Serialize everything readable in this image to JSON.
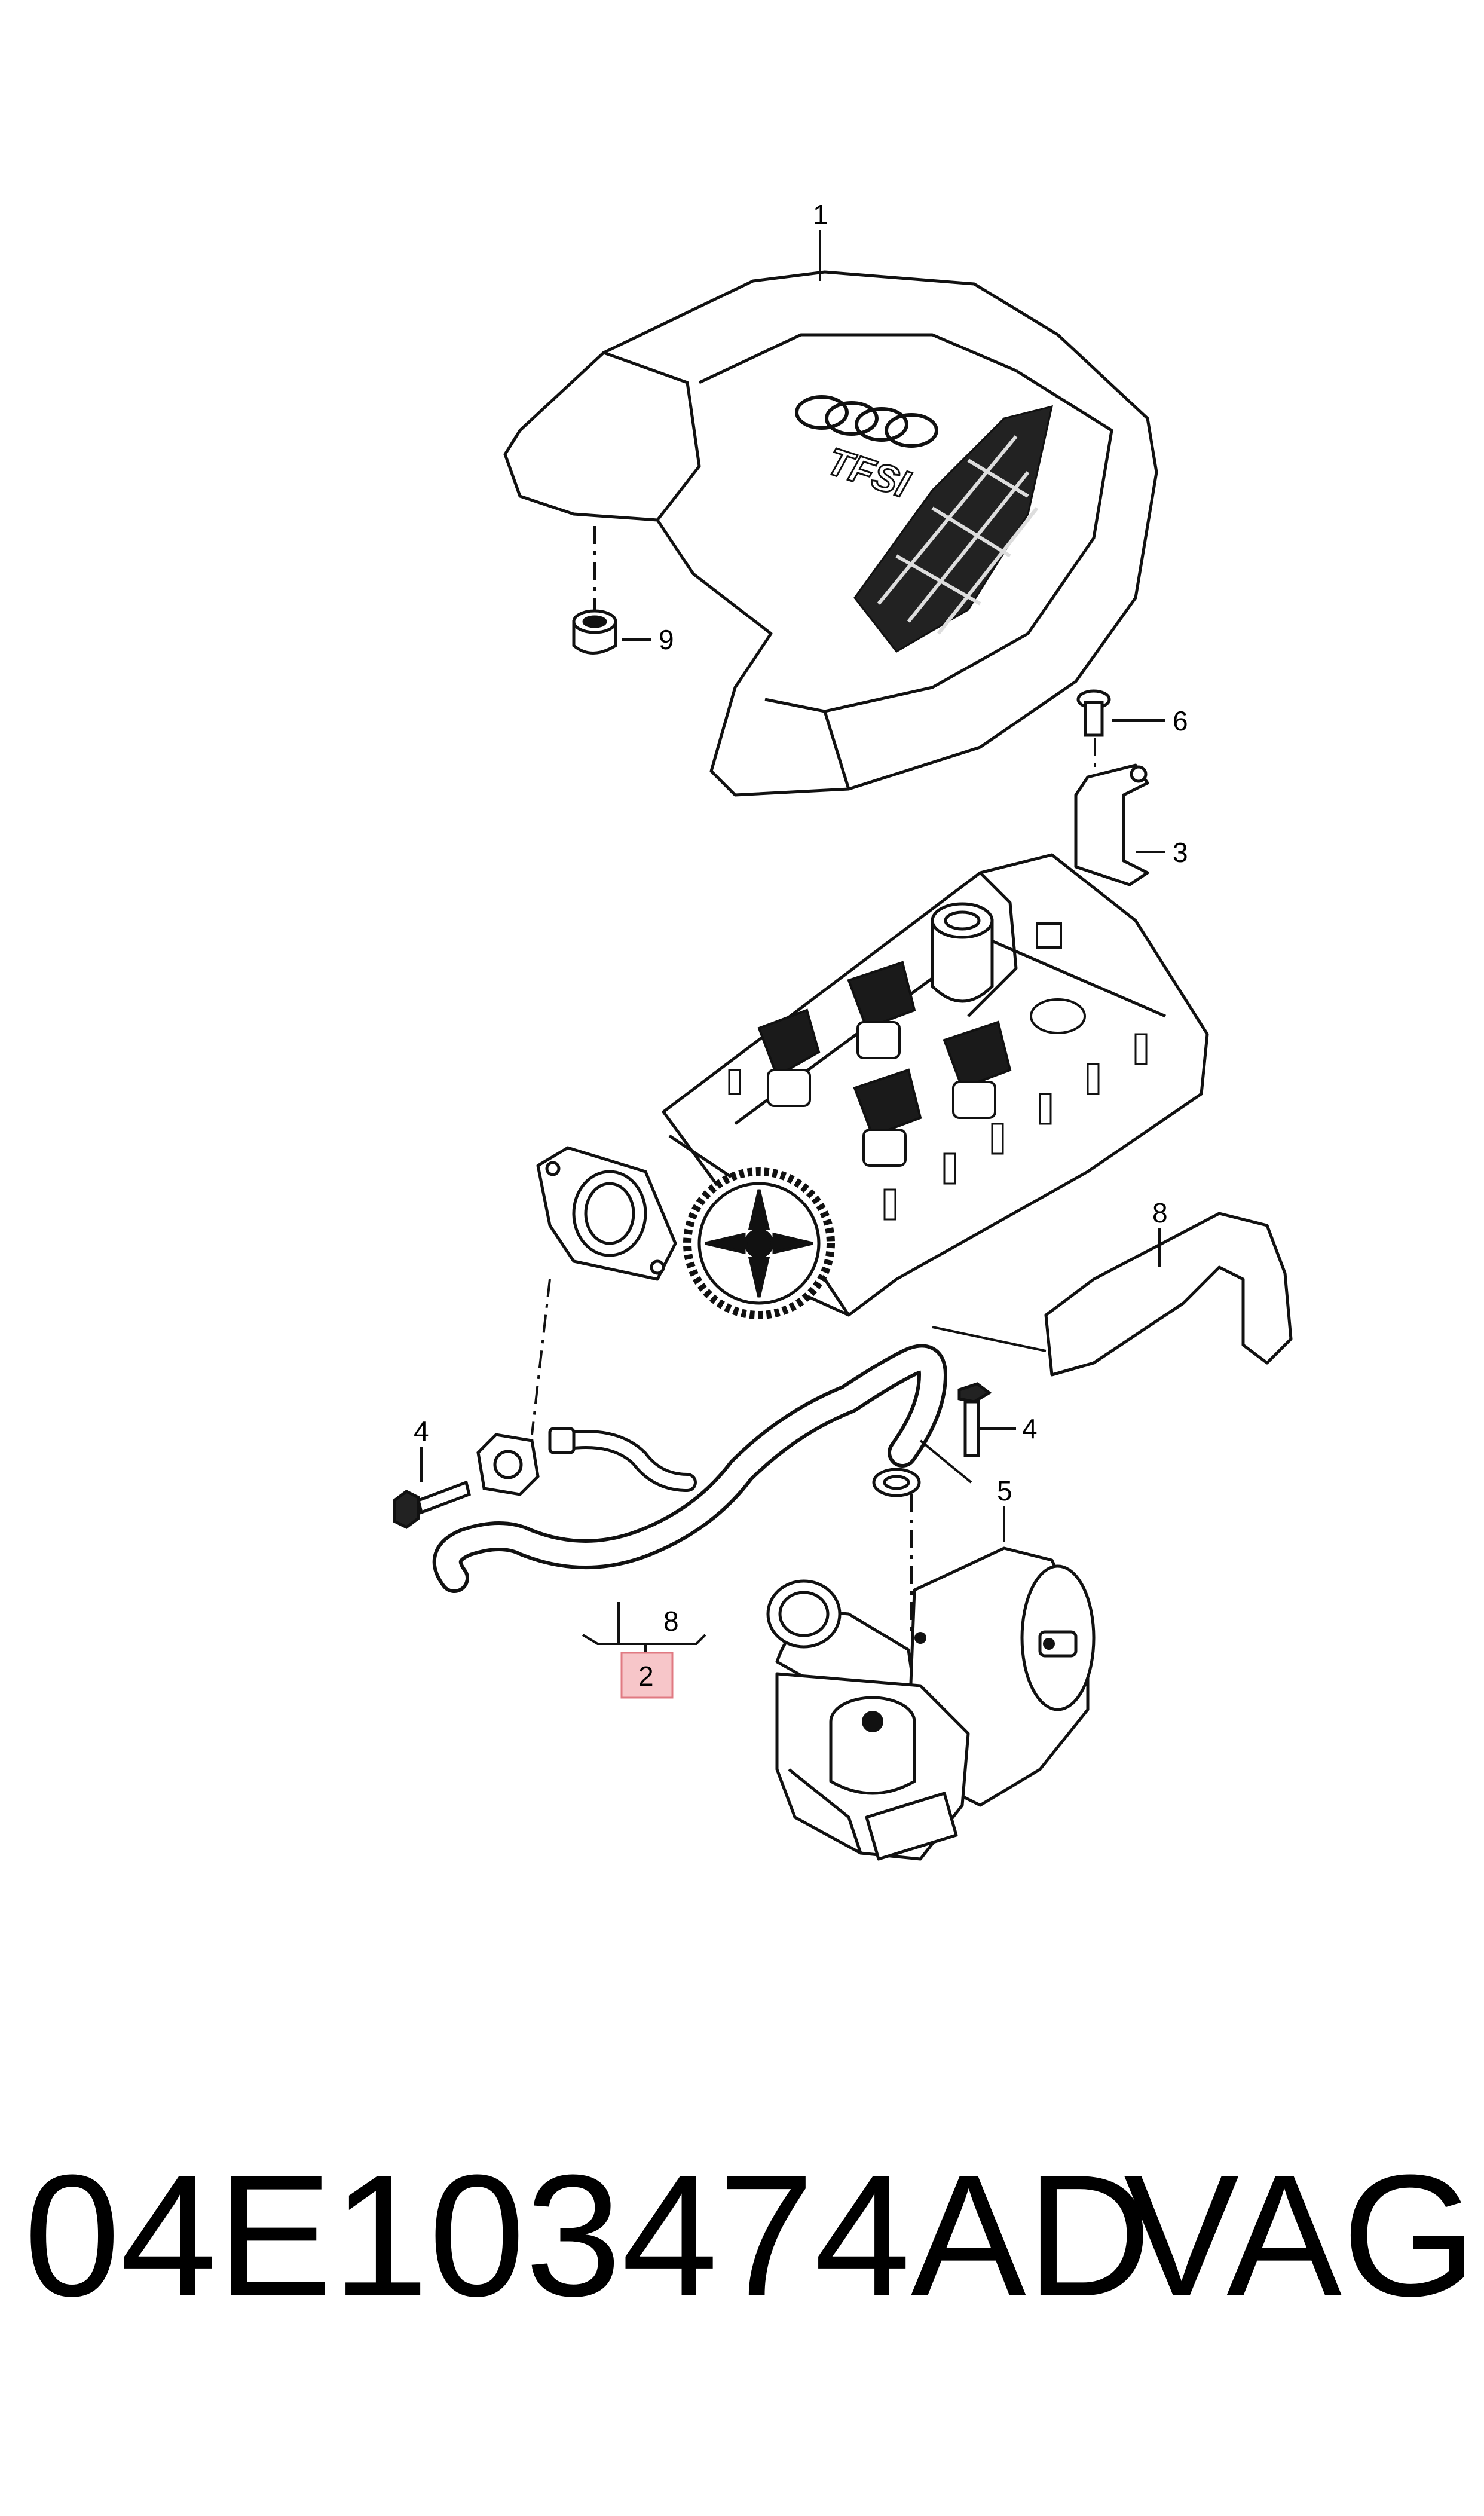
{
  "diagram": {
    "part_callouts": {
      "p1": "1",
      "p2": "2",
      "p3": "3",
      "p4a": "4",
      "p4b": "4",
      "p5": "5",
      "p6": "6",
      "p8a": "8",
      "p8b": "8",
      "p9": "9"
    },
    "highlighted_part": "2",
    "highlight_color": "#f7c6c9",
    "highlight_border": "#e07a82",
    "logo": "four-rings-logo",
    "cover_badge": "TFSI"
  },
  "footer": {
    "part_number": "04E103474AD",
    "brand": "VAG"
  }
}
